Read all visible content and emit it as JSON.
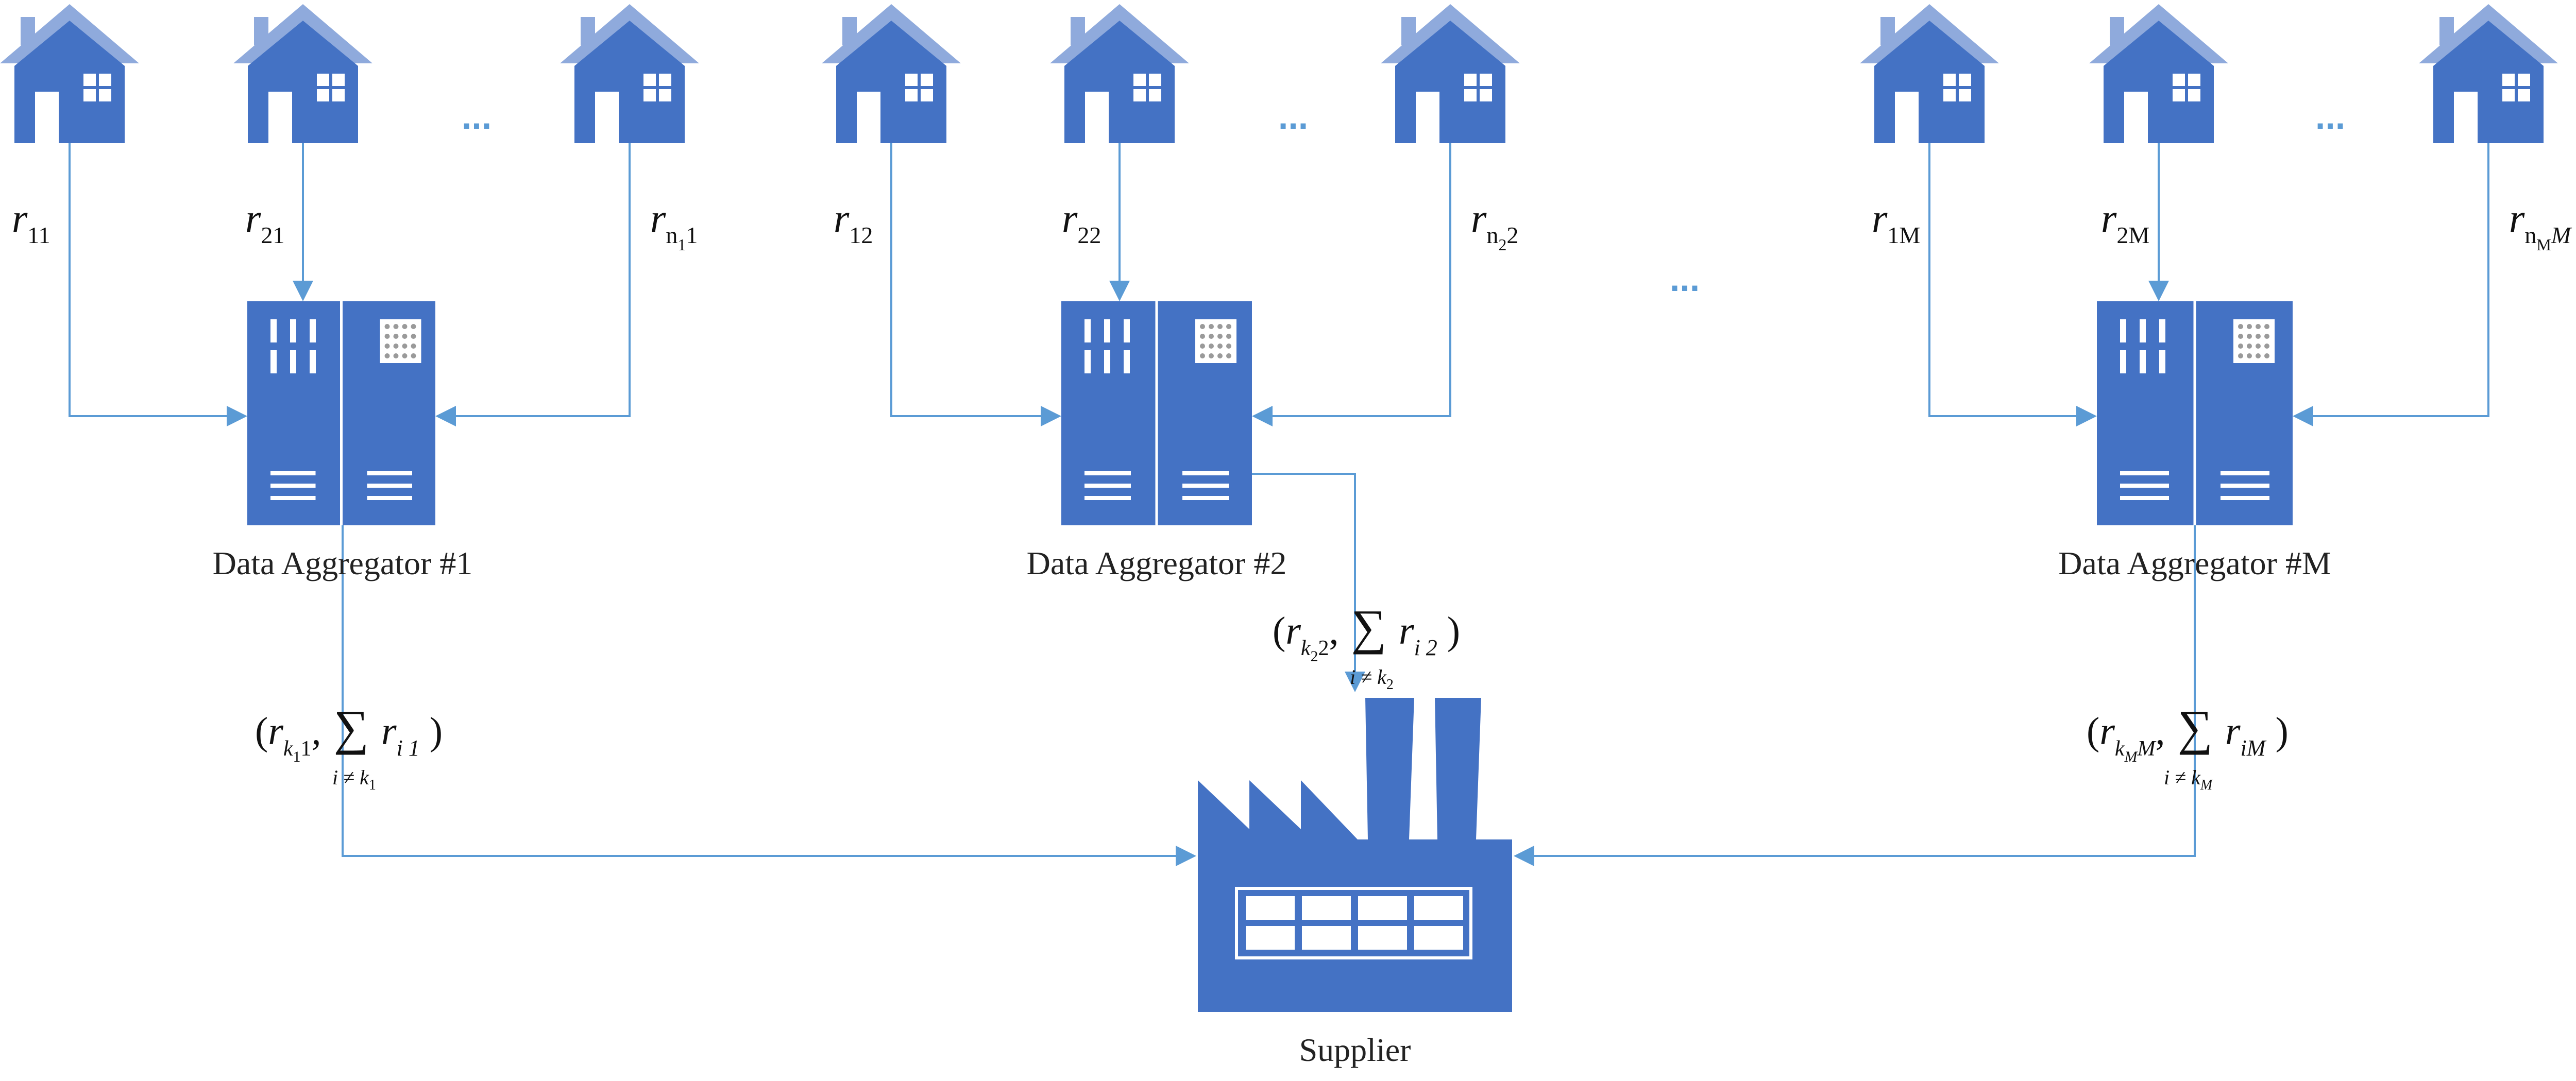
{
  "colors": {
    "house_body": "#4472c4",
    "house_roof": "#8faadc",
    "server_body": "#4472c4",
    "factory_body": "#4472c4",
    "connector": "#5b9bd5",
    "text": "#222222"
  },
  "icons": {
    "house": "house-icon",
    "server": "server-icon",
    "factory": "factory-icon"
  },
  "houses_ellipsis": "...",
  "middle_ellipsis": "...",
  "clusters": [
    {
      "aggregator_label": "Data Aggregator #1",
      "readings": {
        "left": {
          "base": "r",
          "sub": "11"
        },
        "middle": {
          "base": "r",
          "sub": "21"
        },
        "right": {
          "base": "r",
          "sub": "n",
          "subsub": "1",
          "tail": "1"
        }
      },
      "sum_label": {
        "open": "(r",
        "k": "k",
        "k_sub": "1",
        "k_tail": "1",
        "comma": ",",
        "sigma": "∑",
        "term": "r",
        "term_sub": "i 1",
        "close": ")",
        "cond": "i ≠ k",
        "cond_sub": "1"
      }
    },
    {
      "aggregator_label": "Data Aggregator #2",
      "readings": {
        "left": {
          "base": "r",
          "sub": "12"
        },
        "middle": {
          "base": "r",
          "sub": "22"
        },
        "right": {
          "base": "r",
          "sub": "n",
          "subsub": "2",
          "tail": "2"
        }
      },
      "sum_label": {
        "open": "(r",
        "k": "k",
        "k_sub": "2",
        "k_tail": "2",
        "comma": ",",
        "sigma": "∑",
        "term": "r",
        "term_sub": "i 2",
        "close": ")",
        "cond": "i ≠ k",
        "cond_sub": "2"
      }
    },
    {
      "aggregator_label": "Data Aggregator #M",
      "readings": {
        "left": {
          "base": "r",
          "sub": "1M"
        },
        "middle": {
          "base": "r",
          "sub": "2M"
        },
        "right": {
          "base": "r",
          "sub": "n",
          "subsub": "M",
          "tail": "M"
        }
      },
      "sum_label": {
        "open": "(r",
        "k": "k",
        "k_sub": "M",
        "k_tail": "M",
        "comma": ",",
        "sigma": "∑",
        "term": "r",
        "term_sub": "iM",
        "close": ")",
        "cond": "i ≠ k",
        "cond_sub": "M"
      }
    }
  ],
  "supplier_label": "Supplier"
}
